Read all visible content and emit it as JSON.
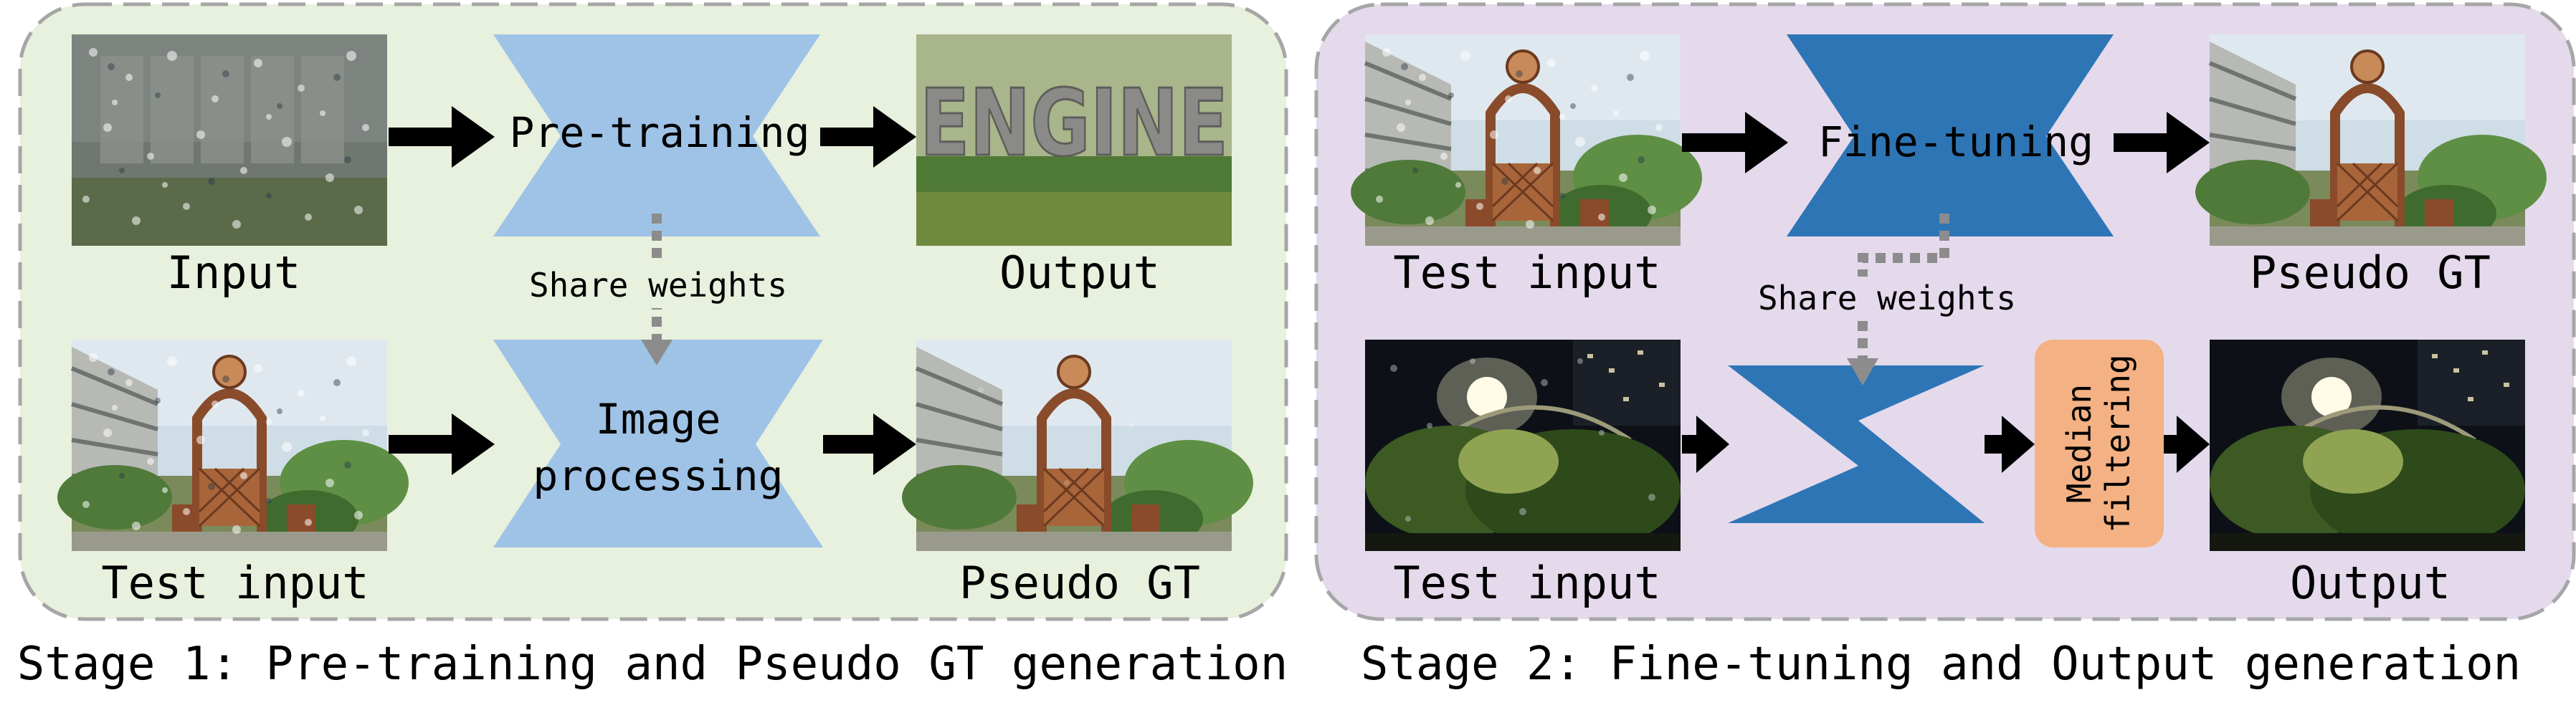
{
  "stage1": {
    "top_input_label": "Input",
    "network_top_label": "Pre-training",
    "top_output_label": "Output",
    "share_label": "Share weights",
    "network_bottom_label_line1": "Image",
    "network_bottom_label_line2": "processing",
    "bottom_input_label": "Test input",
    "bottom_output_label": "Pseudo GT",
    "sign_text": "ENGINE",
    "caption": "Stage 1: Pre-training and Pseudo GT generation"
  },
  "stage2": {
    "top_input_label": "Test input",
    "network_top_label": "Fine-tuning",
    "top_output_label": "Pseudo GT",
    "share_label": "Share weights",
    "filter_label_line1": "Median",
    "filter_label_line2": "filtering",
    "bottom_input_label": "Test input",
    "bottom_output_label": "Output",
    "caption": "Stage 2: Fine-tuning and Output generation"
  },
  "colors": {
    "stage1_panel": "#e8f0de",
    "stage2_panel": "#e4daec",
    "panel_border": "#a6a6a6",
    "network_light": "#9ec3e6",
    "network_dark": "#2e75b6",
    "filter_box": "#f4b183",
    "arrow": "#000000",
    "dotted_arrow": "#8c8c8c"
  }
}
